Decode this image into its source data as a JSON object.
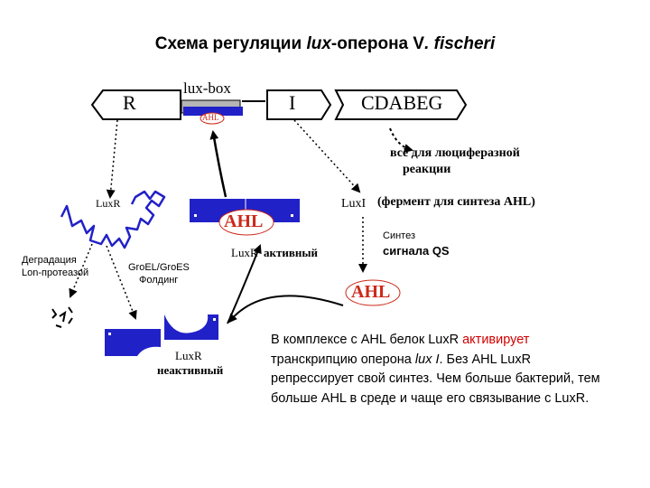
{
  "title": {
    "prefix": "Схема регуляции ",
    "italic1": "lux",
    "middle": "-оперона V",
    "italic2": ". fischeri"
  },
  "operon": {
    "gene_r": "R",
    "lux_box": "lux-box",
    "ahl_small": "AHL",
    "gene_i": "I",
    "gene_cdabeg": "CDABEG"
  },
  "labels": {
    "luciferase_line1": "всё для люциферазной",
    "luciferase_line2": "реакции",
    "luxi": "LuxI",
    "luxi_desc": "(фермент для синтеза AHL)",
    "synthesis_line1": "Синтез",
    "synthesis_line2": "сигнала QS",
    "luxr_unfolded": "LuxR",
    "degradation_line1": "Деградация",
    "degradation_line2": "Lon-протеазой",
    "groel_line1": "GroEL/GroES",
    "groel_line2": "Фолдинг",
    "ahl_bound": "AHL",
    "luxr_active_name": "LuxR",
    "luxr_active_state": "активный",
    "ahl_free": "AHL",
    "luxr_inactive_name": "LuxR",
    "luxr_inactive_state": "неактивный"
  },
  "note": {
    "s1": "В комплексе с AHL белок LuxR ",
    "s1_red": "активирует",
    "s2": " транскрипцию оперона ",
    "s2_italic": "lux I",
    "s3": ". Без AHL LuxR репрессирует свой синтез. Чем больше бактерий, тем больше AHL в среде и чаще его связывание с LuxR."
  },
  "colors": {
    "protein_blue": "#2121c8",
    "ahl_red": "#cc2a1a",
    "emphasis_red": "#d00000",
    "operator_gray": "#b0b0b0"
  }
}
